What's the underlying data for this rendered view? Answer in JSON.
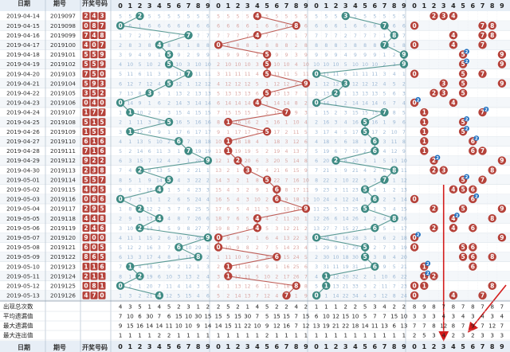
{
  "header": {
    "date_label": "日期",
    "issue_label": "期号",
    "draw_label": "开奖号码",
    "digits": [
      "0",
      "1",
      "2",
      "3",
      "4",
      "5",
      "6",
      "7",
      "8",
      "9"
    ]
  },
  "rows": [
    {
      "date": "2019-04-14",
      "issue": "2019097",
      "nums": [
        2,
        4,
        3
      ]
    },
    {
      "date": "2019-04-15",
      "issue": "2019098",
      "nums": [
        0,
        8,
        7
      ]
    },
    {
      "date": "2019-04-16",
      "issue": "2019099",
      "nums": [
        7,
        4,
        8
      ]
    },
    {
      "date": "2019-04-17",
      "issue": "2019100",
      "nums": [
        4,
        0,
        7
      ]
    },
    {
      "date": "2019-04-18",
      "issue": "2019101",
      "nums": [
        5,
        5,
        9
      ]
    },
    {
      "date": "2019-04-19",
      "issue": "2019102",
      "nums": [
        5,
        5,
        9
      ]
    },
    {
      "date": "2019-04-20",
      "issue": "2019103",
      "nums": [
        7,
        5,
        0
      ]
    },
    {
      "date": "2019-04-21",
      "issue": "2019104",
      "nums": [
        5,
        9,
        3
      ]
    },
    {
      "date": "2019-04-22",
      "issue": "2019105",
      "nums": [
        3,
        5,
        2
      ]
    },
    {
      "date": "2019-04-23",
      "issue": "2019106",
      "nums": [
        0,
        4,
        0
      ]
    },
    {
      "date": "2019-04-24",
      "issue": "2019107",
      "nums": [
        1,
        7,
        7
      ]
    },
    {
      "date": "2019-04-25",
      "issue": "2019108",
      "nums": [
        5,
        1,
        5
      ]
    },
    {
      "date": "2019-04-26",
      "issue": "2019109",
      "nums": [
        1,
        5,
        5
      ]
    },
    {
      "date": "2019-04-27",
      "issue": "2019110",
      "nums": [
        6,
        1,
        6
      ]
    },
    {
      "date": "2019-04-28",
      "issue": "2019111",
      "nums": [
        7,
        1,
        6
      ]
    },
    {
      "date": "2019-04-29",
      "issue": "2019112",
      "nums": [
        9,
        2,
        2
      ]
    },
    {
      "date": "2019-04-30",
      "issue": "2019113",
      "nums": [
        2,
        3,
        8
      ]
    },
    {
      "date": "2019-05-01",
      "issue": "2019114",
      "nums": [
        5,
        5,
        7
      ]
    },
    {
      "date": "2019-05-02",
      "issue": "2019115",
      "nums": [
        4,
        6,
        5
      ]
    },
    {
      "date": "2019-05-03",
      "issue": "2019116",
      "nums": [
        0,
        6,
        6
      ]
    },
    {
      "date": "2019-05-04",
      "issue": "2019117",
      "nums": [
        2,
        9,
        5
      ]
    },
    {
      "date": "2019-05-05",
      "issue": "2019118",
      "nums": [
        4,
        4,
        8
      ]
    },
    {
      "date": "2019-05-06",
      "issue": "2019119",
      "nums": [
        2,
        4,
        6
      ]
    },
    {
      "date": "2019-05-07",
      "issue": "2019120",
      "nums": [
        9,
        0,
        0
      ]
    },
    {
      "date": "2019-05-08",
      "issue": "2019121",
      "nums": [
        6,
        0,
        5
      ]
    },
    {
      "date": "2019-05-09",
      "issue": "2019122",
      "nums": [
        8,
        6,
        5
      ]
    },
    {
      "date": "2019-05-10",
      "issue": "2019123",
      "nums": [
        1,
        1,
        6
      ]
    },
    {
      "date": "2019-05-11",
      "issue": "2019124",
      "nums": [
        2,
        1,
        1
      ]
    },
    {
      "date": "2019-05-12",
      "issue": "2019125",
      "nums": [
        0,
        8,
        1
      ]
    },
    {
      "date": "2019-05-13",
      "issue": "2019126",
      "nums": [
        4,
        7,
        0
      ]
    }
  ],
  "stats": {
    "labels": [
      "出现总次数",
      "平均遗漏值",
      "最大遗漏值",
      "最大连出值"
    ],
    "sections": [
      [
        [
          4,
          3,
          5,
          1,
          4,
          5,
          2,
          3,
          1,
          2
        ],
        [
          7,
          10,
          6,
          30,
          7,
          6,
          15,
          10,
          30,
          15
        ],
        [
          9,
          15,
          16,
          14,
          14,
          11,
          10,
          10,
          9,
          14
        ],
        [
          1,
          1,
          1,
          1,
          2,
          2,
          1,
          1,
          1,
          1
        ]
      ],
      [
        [
          2,
          5,
          2,
          1,
          4,
          5,
          2,
          2,
          4,
          2
        ],
        [
          15,
          5,
          15,
          30,
          7,
          5,
          15,
          15,
          7,
          15
        ],
        [
          14,
          15,
          11,
          22,
          10,
          9,
          12,
          16,
          7,
          12
        ],
        [
          1,
          1,
          1,
          1,
          1,
          2,
          1,
          1,
          1,
          1
        ]
      ],
      [
        [
          1,
          1,
          1,
          2,
          2,
          5,
          3,
          4,
          2,
          2
        ],
        [
          6,
          10,
          12,
          15,
          10,
          5,
          7,
          7,
          15,
          10
        ],
        [
          13,
          19,
          21,
          22,
          18,
          14,
          11,
          13,
          6,
          13
        ],
        [
          1,
          1,
          1,
          1,
          1,
          1,
          1,
          1,
          1,
          1
        ]
      ],
      [
        [
          8,
          9,
          8,
          7,
          8,
          7,
          8,
          7,
          8,
          7
        ],
        [
          3,
          3,
          3,
          4,
          3,
          4,
          3,
          4,
          3,
          4
        ],
        [
          7,
          7,
          8,
          12,
          8,
          7,
          9,
          7,
          12,
          7
        ],
        [
          2,
          5,
          3,
          4,
          2,
          3,
          2,
          3,
          3,
          3
        ]
      ]
    ]
  },
  "footer": {
    "date_label": "日期",
    "issue_label": "期号",
    "draw_label": "开奖号码"
  },
  "colors": {
    "teal": "#3e8a83",
    "red": "#b5423a",
    "blue": "#1f6fbf",
    "arrow": "#d31c1c",
    "grid": "#d5dde5",
    "header_bg": "#e7eef6",
    "miss_teal": "#7fa3c8",
    "miss_red": "#cf8a85"
  }
}
